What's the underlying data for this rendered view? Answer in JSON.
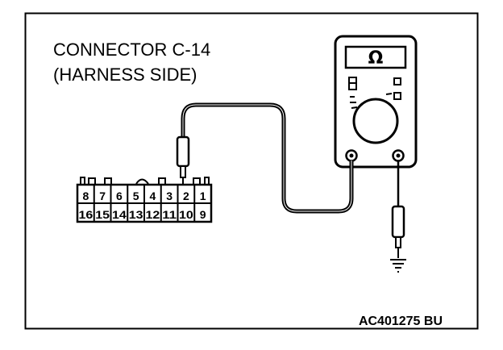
{
  "caption": {
    "line1": "CONNECTOR C-14",
    "line2": "(HARNESS SIDE)"
  },
  "meter": {
    "unit_symbol": "Ω",
    "icon": "ohmmeter-icon"
  },
  "connector": {
    "top_row": [
      "8",
      "7",
      "6",
      "5",
      "4",
      "3",
      "2",
      "1"
    ],
    "bottom_row": [
      "16",
      "15",
      "14",
      "13",
      "12",
      "11",
      "10",
      "9"
    ],
    "probed_pin": "2"
  },
  "ground": {
    "icon": "ground-symbol-icon"
  },
  "figure_id": "AC401275 BU"
}
